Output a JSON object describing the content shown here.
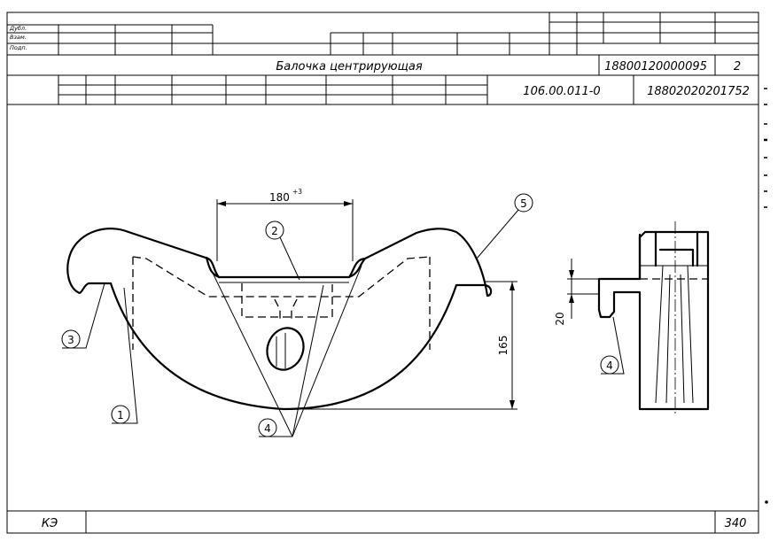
{
  "title_block": {
    "side_labels": [
      "Дубл.",
      "Взам.",
      "Подп."
    ],
    "part_name": "Балочка центрирующая",
    "code_top": "18800120000095",
    "sheet_number": "2",
    "doc_number": "106.00.011-0",
    "code_second": "18802020201752"
  },
  "drawing": {
    "dimensions": {
      "width": "180",
      "width_tolerance": "+3",
      "height": "165",
      "lip": "20"
    },
    "callouts": [
      "1",
      "2",
      "3",
      "4",
      "5",
      "4"
    ]
  },
  "footer": {
    "left_code": "КЭ",
    "right_number": "340"
  }
}
